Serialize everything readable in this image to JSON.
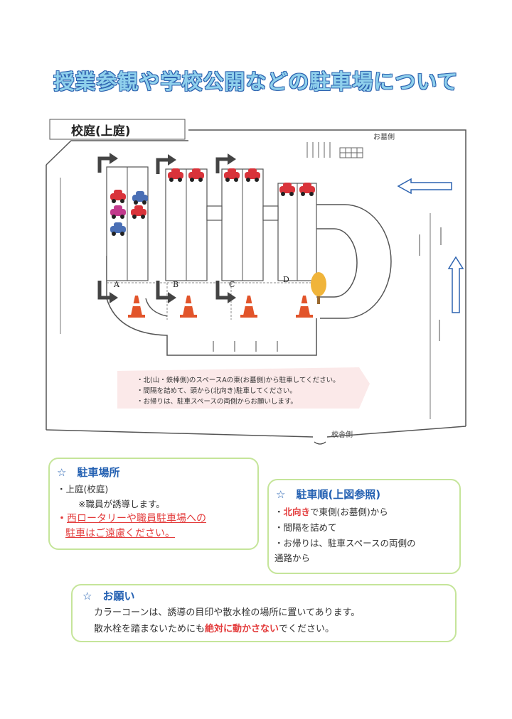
{
  "title": "授業参観や学校公開などの駐車場について",
  "map": {
    "label_kouter": "校庭(上庭)",
    "label_ohaka": "お墓側",
    "label_kousha": "校舎側",
    "space_labels": [
      "A",
      "B",
      "C",
      "D"
    ],
    "notes": [
      "・北(山・鉄棒側)のスペースAの東(お墓側)から駐車してください。",
      "・間隔を詰めて、頭から(北向き)駐車してください。",
      "・お帰りは、駐車スペースの両側からお願いします。"
    ],
    "colors": {
      "car_red": "#d9333a",
      "car_blue": "#4a6fb5",
      "car_magenta": "#c23a8d",
      "cone": "#e2542a",
      "tree": "#f0b43a"
    }
  },
  "box1": {
    "heading": "☆　駐車場所",
    "line1": "・上庭(校庭)",
    "line2": "※職員が誘導します。",
    "line3_prefix": "・",
    "line3": "西ロータリーや職員駐車場への",
    "line4": "駐車はご遠慮ください。"
  },
  "box2": {
    "heading": "☆　駐車順(上図参照)",
    "line1_prefix": "・",
    "line1_red": "北向き",
    "line1_rest": "で東側(お墓側)から",
    "line2": "・間隔を詰めて",
    "line3": "・お帰りは、駐車スペースの両側の",
    "line4": "通路から"
  },
  "box3": {
    "heading": "☆　お願い",
    "line1": "カラーコーンは、誘導の目印や散水栓の場所に置いてあります。",
    "line2_pre": "散水栓を踏まないためにも",
    "line2_red": "絶対に動かさない",
    "line2_post": "でください。"
  }
}
